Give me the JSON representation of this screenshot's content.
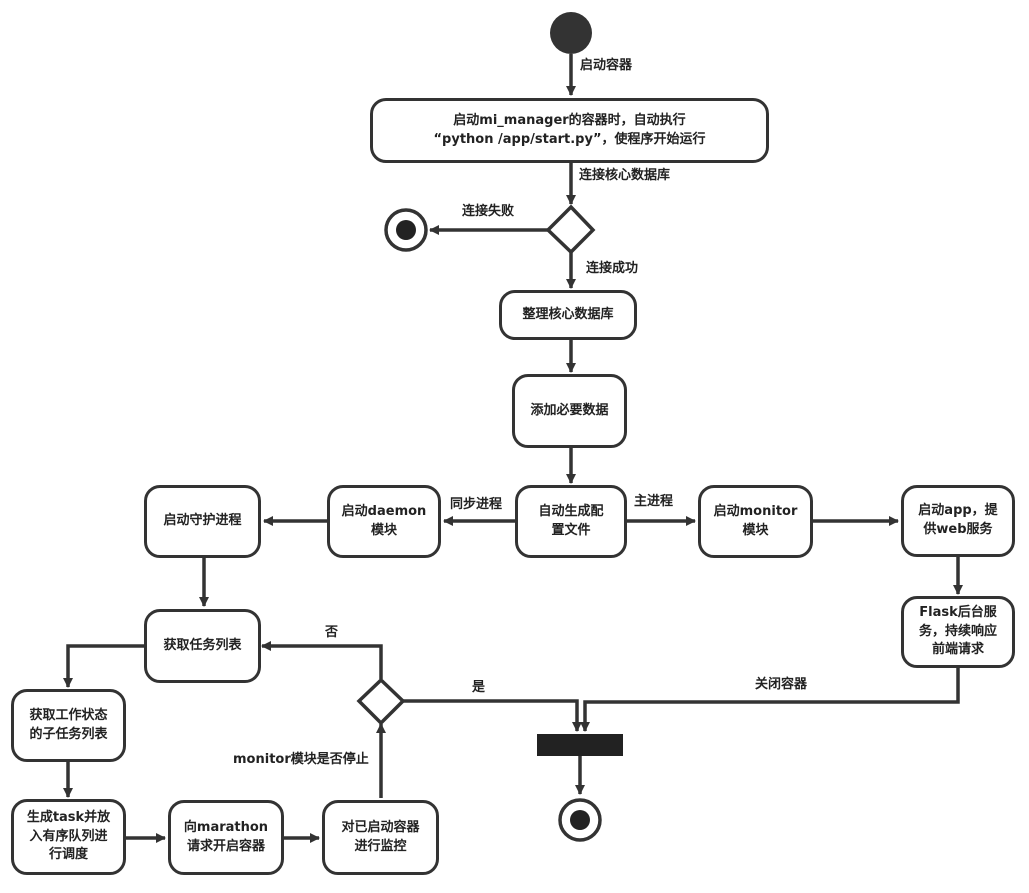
{
  "colors": {
    "stroke": "#333333",
    "fill": "#ffffff",
    "bar": "#222222",
    "text": "#222222"
  },
  "nodes": {
    "start_container": "启动mi_manager的容器时，自动执行\n“python /app/start.py”，使程序开始运行",
    "organize_db": "整理核心数据库",
    "add_data": "添加必要数据",
    "gen_config": "自动生成配\n置文件",
    "start_daemon": "启动daemon\n模块",
    "start_guard": "启动守护进程",
    "start_monitor": "启动monitor\n模块",
    "start_app": "启动app，提\n供web服务",
    "flask": "Flask后台服\n务，持续响应\n前端请求",
    "get_tasks": "获取任务列表",
    "get_subtasks": "获取工作状态\n的子任务列表",
    "gen_task": "生成task并放\n入有序队列进\n行调度",
    "marathon": "向marathon\n请求开启容器",
    "monitor_started": "对已启动容器\n进行监控"
  },
  "labels": {
    "start_container": "启动容器",
    "connect_db": "连接核心数据库",
    "connect_fail": "连接失败",
    "connect_ok": "连接成功",
    "sync_process": "同步进程",
    "main_process": "主进程",
    "no": "否",
    "yes": "是",
    "close_container": "关闭容器",
    "monitor_stopped": "monitor模块是否停止"
  }
}
